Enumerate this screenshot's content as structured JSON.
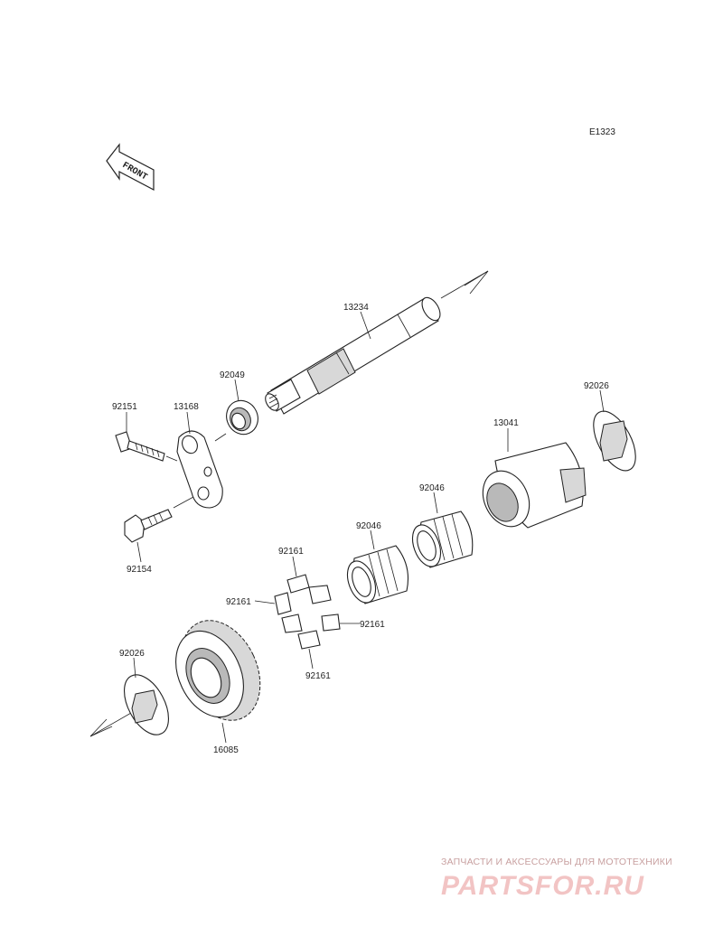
{
  "diagram": {
    "code": "E1323",
    "front_label": "FRONT",
    "parts": {
      "shaft": "13234",
      "seal": "92049",
      "bolt_top": "92151",
      "lever": "13168",
      "bolt_bottom": "92154",
      "washer_right": "92026",
      "hub": "13041",
      "bearing_right": "92046",
      "bearing_left": "92046",
      "cam_top": "92161",
      "cam_left": "92161",
      "cam_right": "92161",
      "cam_bottom": "92161",
      "washer_left": "92026",
      "gear": "16085"
    }
  },
  "watermark": {
    "tagline": "ЗАПЧАСТИ И АКСЕССУАРЫ ДЛЯ МОТОТЕХНИКИ",
    "logo": "PARTSFOR.RU"
  }
}
